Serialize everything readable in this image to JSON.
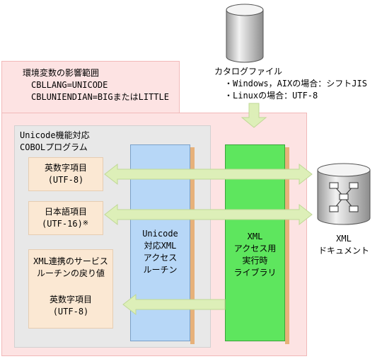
{
  "scope": {
    "title": "環境変数の影響範囲",
    "line1": "CBLLANG=UNICODE",
    "line2": "CBLUNIENDIAN=BIGまたはLITTLE"
  },
  "catalog": {
    "title": "カタログファイル",
    "windows_aix": "・Windows，AIXの場合：シフトJIS",
    "linux": "・Linuxの場合：UTF-8"
  },
  "program": {
    "line1": "Unicode機能対応",
    "line2": "COBOLプログラム"
  },
  "items": {
    "alnum_top": {
      "line1": "英数字項目",
      "line2": "(UTF-8)"
    },
    "japanese": {
      "line1": "日本語項目",
      "line2": "(UTF-16)",
      "mark": "※"
    },
    "return_value": {
      "line1": "XML連携のサービス",
      "line2": "ルーチンの戻り値",
      "line3": "英数字項目",
      "line4": "(UTF-8)"
    }
  },
  "routine": {
    "line1": "Unicode",
    "line2": "対応XML",
    "line3": "アクセス",
    "line4": "ルーチン"
  },
  "library": {
    "line1": "XML",
    "line2": "アクセス用",
    "line3": "実行時",
    "line4": "ライブラリ"
  },
  "xml_document": {
    "line1": "XML",
    "line2": "ドキュメント"
  },
  "colors": {
    "scope_fill": "#fde3e3",
    "program_fill": "#e8e8e8",
    "item_fill": "#fbe8d3",
    "routine_fill": "#b7d7f7",
    "library_fill": "#5ee65e",
    "arrow_fill": "#ddefb8"
  }
}
